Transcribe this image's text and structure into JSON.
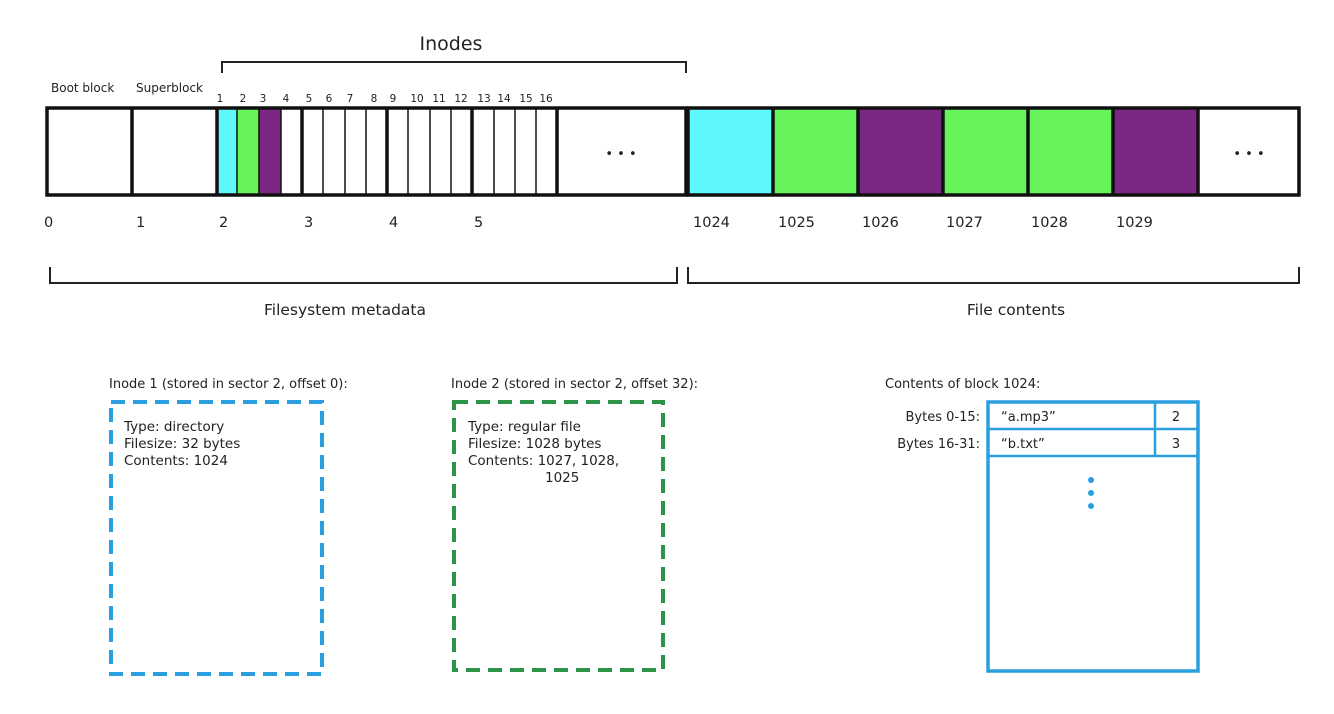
{
  "colors": {
    "cyan": "#5ef7fb",
    "green": "#66f45a",
    "purple": "#7a2883",
    "white": "#ffffff",
    "outline": "#111111",
    "inode1_dash": "#2a9fe0",
    "inode2_dash": "#2d9447",
    "table_border": "#2a9fe0"
  },
  "labels": {
    "inodes": "Inodes",
    "boot_block": "Boot block",
    "superblock": "Superblock",
    "ellipsis": "• • •",
    "filesystem_metadata": "Filesystem metadata",
    "file_contents": "File contents"
  },
  "inode_indices": [
    "1",
    "2",
    "3",
    "4",
    "5",
    "6",
    "7",
    "8",
    "9",
    "10",
    "11",
    "12",
    "13",
    "14",
    "15",
    "16"
  ],
  "sector_numbers": [
    "0",
    "1",
    "2",
    "3",
    "4",
    "5",
    "1024",
    "1025",
    "1026",
    "1027",
    "1028",
    "1029"
  ],
  "inode1": {
    "caption": "Inode 1 (stored in sector 2, offset 0):",
    "lines": [
      "Type: directory",
      "Filesize: 32 bytes",
      "Contents: 1024"
    ]
  },
  "inode2": {
    "caption": "Inode 2 (stored in sector 2, offset 32):",
    "lines": [
      "Type: regular file",
      "Filesize: 1028 bytes",
      "Contents: 1027, 1028,",
      "1025"
    ]
  },
  "block1024": {
    "caption": "Contents of block 1024:",
    "rows": [
      {
        "label": "Bytes 0-15:",
        "name": "“a.mp3”",
        "inode": "2"
      },
      {
        "label": "Bytes 16-31:",
        "name": "“b.txt”",
        "inode": "3"
      }
    ]
  }
}
